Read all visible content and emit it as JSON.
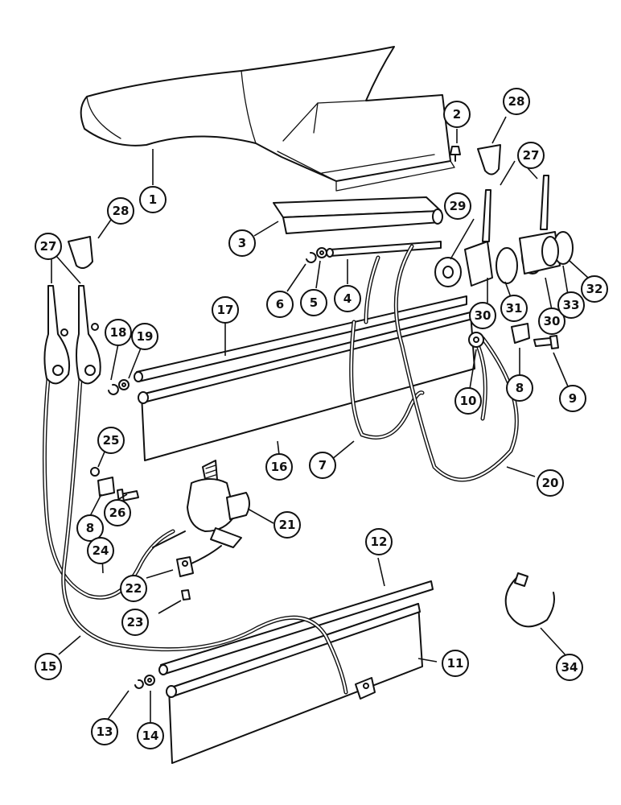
{
  "callouts": [
    {
      "label": "1"
    },
    {
      "label": "2"
    },
    {
      "label": "3"
    },
    {
      "label": "4"
    },
    {
      "label": "5"
    },
    {
      "label": "6"
    },
    {
      "label": "7"
    },
    {
      "label": "8"
    },
    {
      "label": "8"
    },
    {
      "label": "9"
    },
    {
      "label": "10"
    },
    {
      "label": "11"
    },
    {
      "label": "12"
    },
    {
      "label": "13"
    },
    {
      "label": "14"
    },
    {
      "label": "15"
    },
    {
      "label": "16"
    },
    {
      "label": "17"
    },
    {
      "label": "18"
    },
    {
      "label": "19"
    },
    {
      "label": "20"
    },
    {
      "label": "21"
    },
    {
      "label": "22"
    },
    {
      "label": "23"
    },
    {
      "label": "24"
    },
    {
      "label": "25"
    },
    {
      "label": "26"
    },
    {
      "label": "27"
    },
    {
      "label": "27"
    },
    {
      "label": "28"
    },
    {
      "label": "28"
    },
    {
      "label": "29"
    },
    {
      "label": "30"
    },
    {
      "label": "30"
    },
    {
      "label": "31"
    },
    {
      "label": "32"
    },
    {
      "label": "33"
    },
    {
      "label": "34"
    }
  ]
}
